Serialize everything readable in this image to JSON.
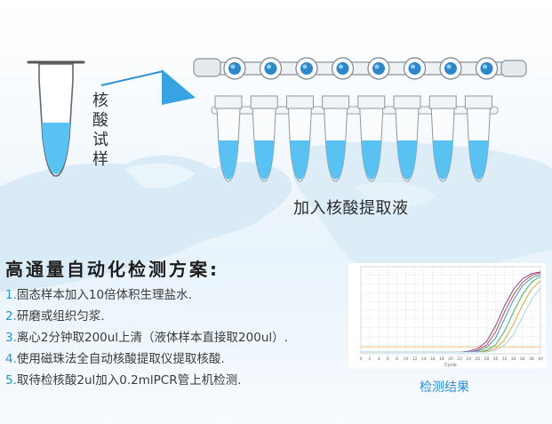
{
  "sample_tube": {
    "label": "核酸试样"
  },
  "extraction": {
    "label": "加入核酸提取液"
  },
  "scheme": {
    "title": "高通量自动化检测方案:",
    "steps": [
      {
        "num": "1.",
        "text": "固态样本加入10倍体积生理盐水."
      },
      {
        "num": "2.",
        "text": "研磨或组织匀浆."
      },
      {
        "num": "3.",
        "text": "离心2分钟取200ul上清（液体样本直接取200ul）."
      },
      {
        "num": "4.",
        "text": "使用磁珠法全自动核酸提取仪提取核酸."
      },
      {
        "num": "5.",
        "text": "取待检核酸2ul加入0.2mlPCR管上机检测."
      }
    ]
  },
  "result": {
    "label": "检测结果"
  },
  "colors": {
    "accent": "#2f8fd1",
    "liquid": "#5ac2f2",
    "map": "#d6e9f6"
  },
  "chart_data": {
    "type": "line",
    "title": "",
    "xlabel": "Cycle",
    "ylabel": "",
    "x": [
      0,
      2,
      4,
      6,
      8,
      10,
      12,
      14,
      16,
      18,
      20,
      22,
      24,
      26,
      28,
      30,
      32,
      34,
      36,
      38,
      40
    ],
    "xlim": [
      0,
      40
    ],
    "ylim": [
      0,
      1
    ],
    "grid": true,
    "series": [
      {
        "color": "#7b2f9e",
        "values": [
          0.02,
          0.02,
          0.02,
          0.02,
          0.02,
          0.02,
          0.02,
          0.02,
          0.02,
          0.02,
          0.02,
          0.02,
          0.03,
          0.06,
          0.14,
          0.32,
          0.55,
          0.74,
          0.86,
          0.92,
          0.94
        ]
      },
      {
        "color": "#c23b22",
        "values": [
          0.02,
          0.02,
          0.02,
          0.02,
          0.02,
          0.02,
          0.02,
          0.02,
          0.02,
          0.02,
          0.02,
          0.02,
          0.02,
          0.04,
          0.1,
          0.25,
          0.48,
          0.68,
          0.82,
          0.9,
          0.93
        ]
      },
      {
        "color": "#2c8ad6",
        "values": [
          0.02,
          0.02,
          0.02,
          0.02,
          0.02,
          0.02,
          0.02,
          0.02,
          0.02,
          0.02,
          0.02,
          0.02,
          0.02,
          0.03,
          0.07,
          0.18,
          0.4,
          0.62,
          0.78,
          0.87,
          0.91
        ]
      },
      {
        "color": "#3aa84b",
        "values": [
          0.02,
          0.02,
          0.02,
          0.02,
          0.02,
          0.02,
          0.02,
          0.02,
          0.02,
          0.02,
          0.02,
          0.02,
          0.02,
          0.02,
          0.04,
          0.1,
          0.26,
          0.48,
          0.68,
          0.82,
          0.89
        ]
      },
      {
        "color": "#d6a31e",
        "values": [
          0.02,
          0.02,
          0.02,
          0.02,
          0.02,
          0.02,
          0.02,
          0.02,
          0.02,
          0.02,
          0.02,
          0.02,
          0.02,
          0.02,
          0.03,
          0.06,
          0.16,
          0.34,
          0.56,
          0.74,
          0.84
        ]
      },
      {
        "color": "#9ed0ef",
        "values": [
          0.02,
          0.02,
          0.02,
          0.02,
          0.02,
          0.02,
          0.02,
          0.02,
          0.02,
          0.02,
          0.02,
          0.02,
          0.02,
          0.02,
          0.02,
          0.04,
          0.1,
          0.22,
          0.42,
          0.62,
          0.76
        ]
      }
    ]
  }
}
